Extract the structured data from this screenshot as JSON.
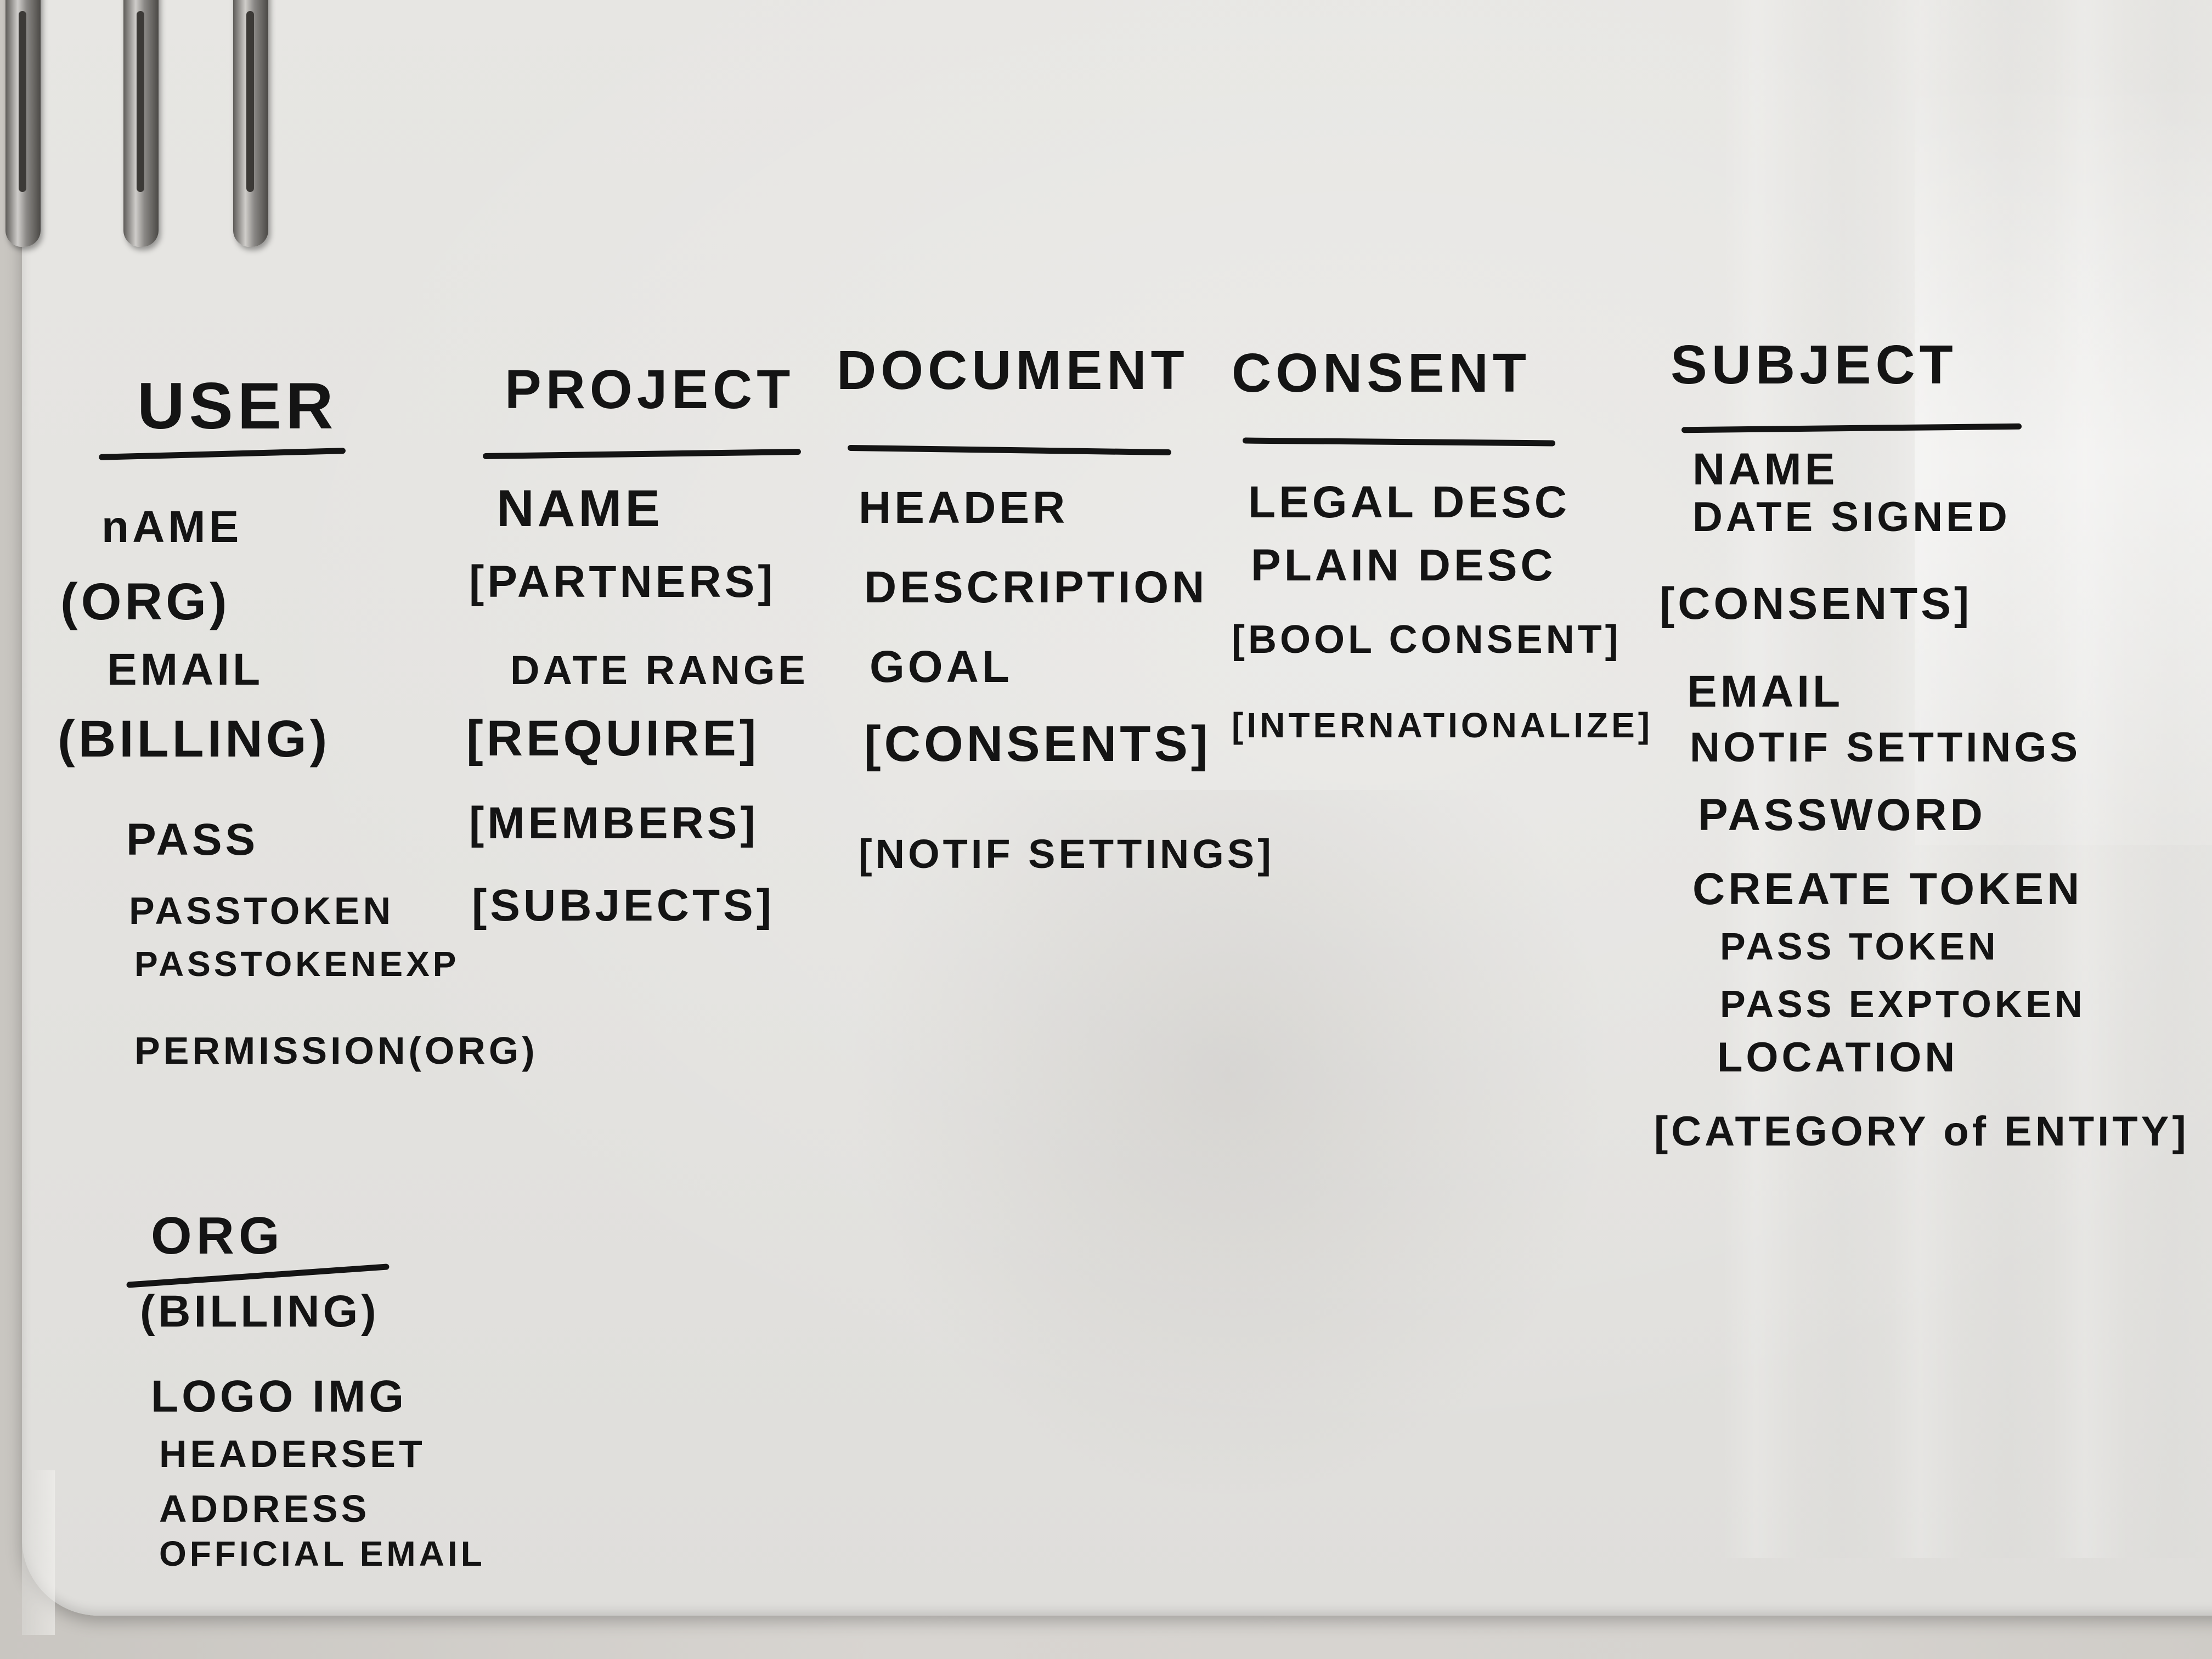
{
  "whiteboard": {
    "entities": [
      {
        "key": "user",
        "title": "USER",
        "fields": [
          "nAME",
          "(ORG)",
          "EMAIL",
          "(BILLING)",
          "PASS",
          "PASSTOKEN",
          "PASSTOKENEXP",
          "PERMISSION(ORG)"
        ]
      },
      {
        "key": "project",
        "title": "PROJECT",
        "fields": [
          "NAME",
          "[PARTNERS]",
          "DATE RANGE",
          "[REQUIRE]",
          "[MEMBERS]",
          "[SUBJECTS]"
        ]
      },
      {
        "key": "document",
        "title": "DOCUMENT",
        "fields": [
          "HEADER",
          "DESCRIPTION",
          "GOAL",
          "[CONSENTS]",
          "[NOTIF SETTINGS]"
        ]
      },
      {
        "key": "consent",
        "title": "CONSENT",
        "fields": [
          "LEGAL DESC",
          "PLAIN DESC",
          "[BOOL CONSENT]",
          "[INTERNATIONALIZE]"
        ]
      },
      {
        "key": "subject",
        "title": "SUBJECT",
        "fields": [
          "NAME",
          "DATE SIGNED",
          "[CONSENTS]",
          "EMAIL",
          "NOTIF SETTINGS",
          "PASSWORD",
          "CREATE TOKEN",
          "PASS TOKEN",
          "PASS EXPTOKEN",
          "LOCATION",
          "[CATEGORY of ENTITY]"
        ]
      },
      {
        "key": "org",
        "title": "ORG",
        "fields": [
          "(BILLING)",
          "LOGO IMG",
          "HEADERSET",
          "ADDRESS",
          "OFFICIAL EMAIL"
        ]
      }
    ],
    "ink_color": "#141414",
    "board_color": "#e5e4e1"
  }
}
